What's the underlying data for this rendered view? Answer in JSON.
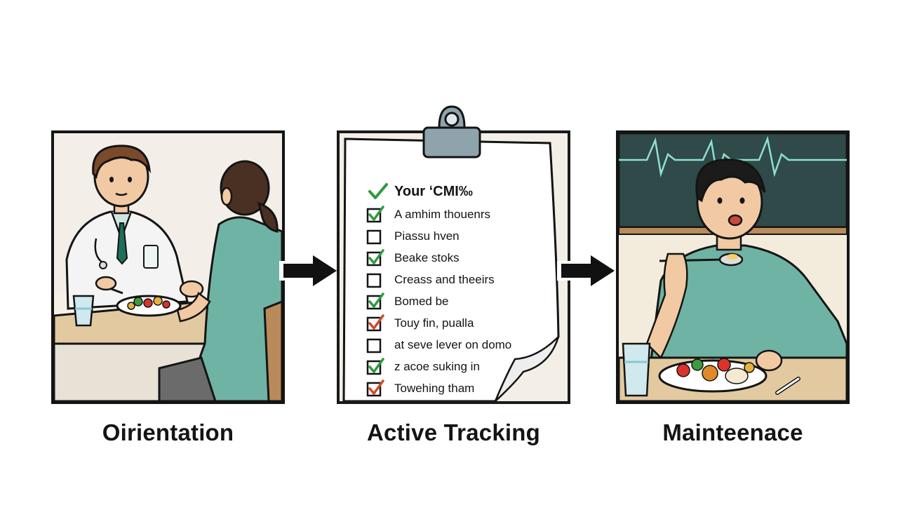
{
  "stages": [
    {
      "label": "Oirientation"
    },
    {
      "label": "Active Tracking"
    },
    {
      "label": "Mainteenace"
    }
  ],
  "checklist": {
    "header": "Your ʻCMI‰",
    "items": [
      {
        "text": "A amhim thouenrs",
        "checked": true
      },
      {
        "text": "Piassu hven",
        "checked": false
      },
      {
        "text": "Beake stoks",
        "checked": true
      },
      {
        "text": "Creass and theeirs",
        "checked": false
      },
      {
        "text": "Bomed be",
        "checked": true
      },
      {
        "text": "Touy fin, pualla",
        "checked": true
      },
      {
        "text": "at seve lever on domo",
        "checked": false
      },
      {
        "text": "z acoe suking in",
        "checked": true
      },
      {
        "text": "Towehing tham",
        "checked": true
      }
    ]
  },
  "colors": {
    "outline": "#141414",
    "check": "#2e9a3b",
    "check_red": "#d24a2a",
    "shirt": "#6fb3a4",
    "coat": "#f4f4f4",
    "tie": "#1f6f5a",
    "monitor": "#2f4a48",
    "monitor_line": "#8fe0cf",
    "clip": "#8fa3ad",
    "table": "#e2c9a0"
  },
  "icons": [
    "arrow-right-icon",
    "checkbox-icon",
    "checkmark-icon",
    "heartbeat-icon",
    "clipboard-clip-icon"
  ]
}
